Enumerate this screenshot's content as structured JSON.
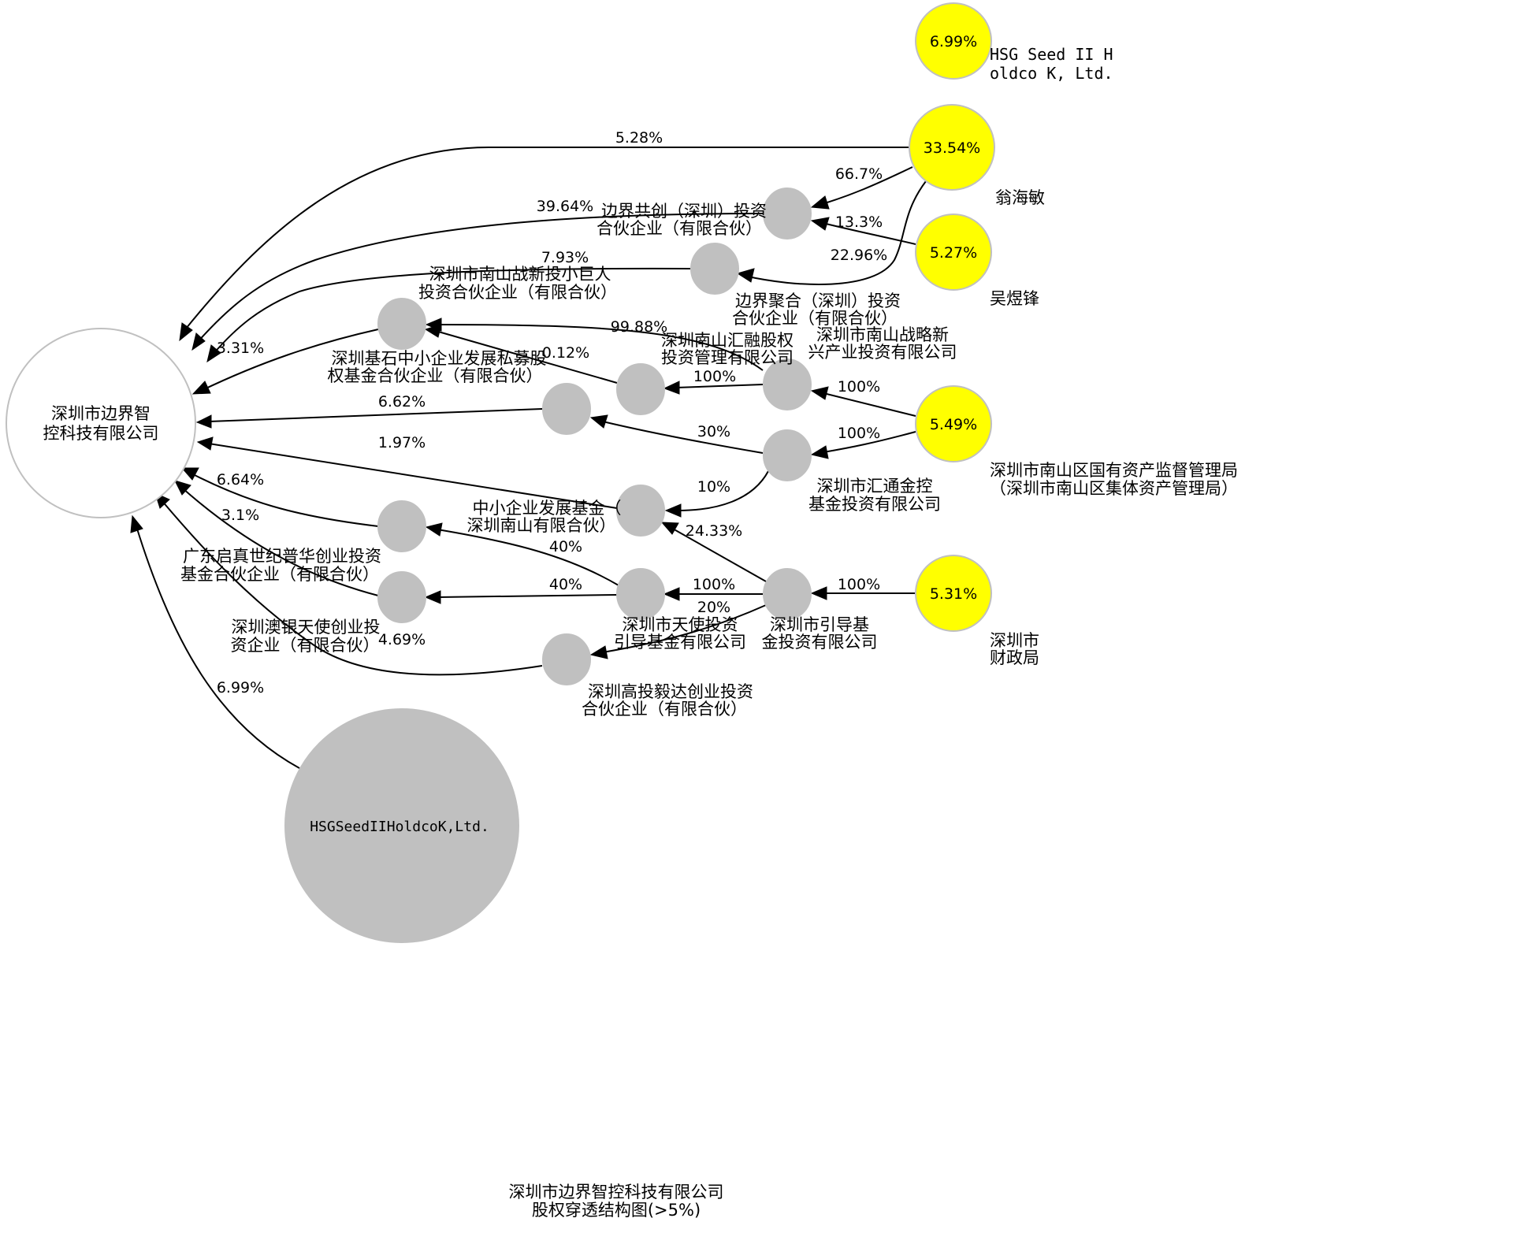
{
  "title": {
    "line1": "深圳市边界智控科技有限公司",
    "line2": "股权穿透结构图(>5%)"
  },
  "colors": {
    "holder_fill": "#ffff00",
    "intermediate_fill": "#c0c0c0",
    "target_fill": "#ffffff",
    "node_stroke": "#c0c0c0",
    "edge": "#000000"
  },
  "nodes": {
    "target": {
      "lines": [
        "深圳市边界智",
        "控科技有限公司"
      ]
    },
    "hsg_big": {
      "inside": "HSGSeedIIHoldcoK,Ltd."
    },
    "hsg_holder": {
      "inside": "6.99%",
      "lines": [
        "HSG Seed II H",
        "oldco K, Ltd."
      ]
    },
    "weng": {
      "inside": "33.54%",
      "lines": [
        "翁海敏"
      ]
    },
    "wu": {
      "inside": "5.27%",
      "lines": [
        "吴煜锋"
      ]
    },
    "nanshan_gz": {
      "inside": "5.49%",
      "lines": [
        "深圳市南山区国有资产监督管理局",
        "（深圳市南山区集体资产管理局）"
      ]
    },
    "caizheng": {
      "inside": "5.31%",
      "lines": [
        "深圳市",
        "财政局"
      ]
    },
    "gongchuang": {
      "lines": [
        "边界共创（深圳）投资",
        "合伙企业（有限合伙）"
      ]
    },
    "juhe": {
      "lines": [
        "边界聚合（深圳）投资",
        "合伙企业（有限合伙）"
      ]
    },
    "xiaojuren": {
      "lines": [
        "深圳市南山战新投小巨人",
        "投资合伙企业（有限合伙）"
      ]
    },
    "jishi": {
      "lines": [
        "深圳基石中小企业发展私募股",
        "权基金合伙企业（有限合伙）"
      ]
    },
    "huirong": {
      "lines": [
        "深圳南山汇融股权",
        "投资管理有限公司"
      ]
    },
    "zhanlue": {
      "lines": [
        "深圳市南山战略新",
        "兴产业投资有限公司"
      ]
    },
    "huitong": {
      "lines": [
        "深圳市汇通金控",
        "基金投资有限公司"
      ]
    },
    "zhongxiao": {
      "lines": [
        "中小企业发展基金（",
        "深圳南山有限合伙）"
      ]
    },
    "qizhen": {
      "lines": [
        "广东启真世纪普华创业投资",
        "基金合伙企业（有限合伙）"
      ]
    },
    "aoyin": {
      "lines": [
        "深圳澳银天使创业投",
        "资企业（有限合伙）"
      ]
    },
    "tianshi": {
      "lines": [
        "深圳市天使投资",
        "引导基金有限公司"
      ]
    },
    "yindao": {
      "lines": [
        "深圳市引导基",
        "金投资有限公司"
      ]
    },
    "gaotou": {
      "lines": [
        "深圳高投毅达创业投资",
        "合伙企业（有限合伙）"
      ]
    }
  },
  "edges": [
    {
      "id": "weng_target",
      "from": "翁海敏",
      "to": "深圳市边界智控科技有限公司",
      "pct": "5.28%"
    },
    {
      "id": "weng_gongchuang",
      "from": "翁海敏",
      "to": "边界共创（深圳）投资合伙企业（有限合伙）",
      "pct": "66.7%"
    },
    {
      "id": "wu_gongchuang",
      "from": "吴煜锋",
      "to": "边界共创（深圳）投资合伙企业（有限合伙）",
      "pct": "13.3%"
    },
    {
      "id": "weng_juhe",
      "from": "翁海敏",
      "to": "边界聚合（深圳）投资合伙企业（有限合伙）",
      "pct": "22.96%"
    },
    {
      "id": "gongchuang_target",
      "from": "边界共创（深圳）投资合伙企业（有限合伙）",
      "to": "深圳市边界智控科技有限公司",
      "pct": "39.64%"
    },
    {
      "id": "juhe_target",
      "from": "边界聚合（深圳）投资合伙企业（有限合伙）",
      "to": "深圳市边界智控科技有限公司",
      "pct": "7.93%"
    },
    {
      "id": "jishi_target",
      "from": "深圳基石中小企业发展私募股权基金合伙企业（有限合伙）",
      "to": "深圳市边界智控科技有限公司",
      "pct": "3.31%"
    },
    {
      "id": "zhanlue_jishi",
      "from": "深圳市南山战略新兴产业投资有限公司",
      "to": "深圳基石中小企业发展私募股权基金合伙企业（有限合伙）",
      "pct": "99.88%"
    },
    {
      "id": "huirong_jishi",
      "from": "深圳南山汇融股权投资管理有限公司",
      "to": "深圳基石中小企业发展私募股权基金合伙企业（有限合伙）",
      "pct": "0.12%"
    },
    {
      "id": "zhanlue_huirong",
      "from": "深圳市南山战略新兴产业投资有限公司",
      "to": "深圳南山汇融股权投资管理有限公司",
      "pct": "100%"
    },
    {
      "id": "nsgz_zhanlue",
      "from": "深圳市南山区国有资产监督管理局",
      "to": "深圳市南山战略新兴产业投资有限公司",
      "pct": "100%"
    },
    {
      "id": "nsgz_huitong",
      "from": "深圳市南山区国有资产监督管理局",
      "to": "深圳市汇通金控基金投资有限公司",
      "pct": "100%"
    },
    {
      "id": "xiaojuren_target",
      "from": "深圳市南山战新投小巨人投资合伙企业（有限合伙）",
      "to": "深圳市边界智控科技有限公司",
      "pct": "6.62%"
    },
    {
      "id": "huitong_xiaojuren",
      "from": "深圳市汇通金控基金投资有限公司",
      "to": "深圳市南山战新投小巨人投资合伙企业（有限合伙）",
      "pct": "30%"
    },
    {
      "id": "zhongxiao_target",
      "from": "中小企业发展基金（深圳南山有限合伙）",
      "to": "深圳市边界智控科技有限公司",
      "pct": "1.97%"
    },
    {
      "id": "huitong_zhongxiao",
      "from": "深圳市汇通金控基金投资有限公司",
      "to": "中小企业发展基金（深圳南山有限合伙）",
      "pct": "10%"
    },
    {
      "id": "yindao_zhongxiao",
      "from": "深圳市引导基金投资有限公司",
      "to": "中小企业发展基金（深圳南山有限合伙）",
      "pct": "24.33%"
    },
    {
      "id": "qizhen_target",
      "from": "广东启真世纪普华创业投资基金合伙企业（有限合伙）",
      "to": "深圳市边界智控科技有限公司",
      "pct": "6.64%"
    },
    {
      "id": "tianshi_qizhen",
      "from": "深圳市天使投资引导基金有限公司",
      "to": "广东启真世纪普华创业投资基金合伙企业（有限合伙）",
      "pct": "40%"
    },
    {
      "id": "aoyin_target",
      "from": "深圳澳银天使创业投资企业（有限合伙）",
      "to": "深圳市边界智控科技有限公司",
      "pct": "3.1%"
    },
    {
      "id": "tianshi_aoyin",
      "from": "深圳市天使投资引导基金有限公司",
      "to": "深圳澳银天使创业投资企业（有限合伙）",
      "pct": "40%"
    },
    {
      "id": "yindao_tianshi",
      "from": "深圳市引导基金投资有限公司",
      "to": "深圳市天使投资引导基金有限公司",
      "pct": "100%"
    },
    {
      "id": "yindao_gaotou",
      "from": "深圳市引导基金投资有限公司",
      "to": "深圳高投毅达创业投资合伙企业（有限合伙）",
      "pct": "20%"
    },
    {
      "id": "caizheng_yindao",
      "from": "深圳市财政局",
      "to": "深圳市引导基金投资有限公司",
      "pct": "100%"
    },
    {
      "id": "gaotou_target",
      "from": "深圳高投毅达创业投资合伙企业（有限合伙）",
      "to": "深圳市边界智控科技有限公司",
      "pct": "4.69%"
    },
    {
      "id": "hsg_target",
      "from": "HSGSeedIIHoldcoK,Ltd.",
      "to": "深圳市边界智控科技有限公司",
      "pct": "6.99%"
    }
  ]
}
